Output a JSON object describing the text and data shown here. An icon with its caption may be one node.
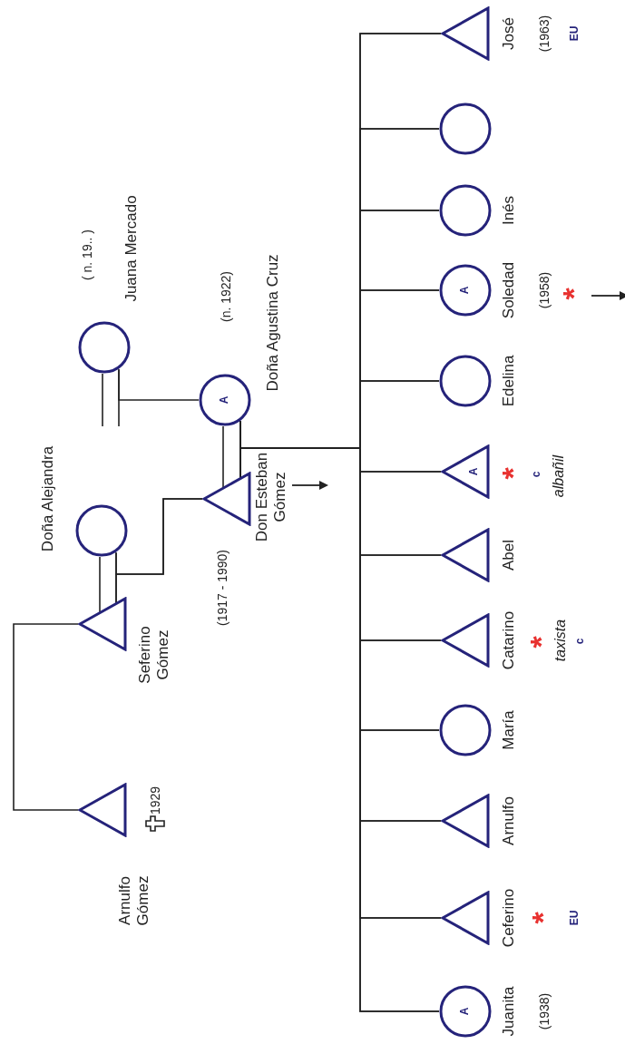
{
  "diagram": {
    "nodes": [
      {
        "text": [],
        "shape": "triangle",
        "beside": [
          "Arnulfo Gómez",
          "1929"
        ]
      },
      {
        "text": [],
        "shape": "triangle",
        "beside": [
          "Seferino Gómez"
        ]
      },
      {
        "text": [],
        "shape": "circle",
        "beside": [
          "Doña Alejandra"
        ]
      },
      {
        "text": [],
        "shape": "triangle",
        "beside": [
          "(1917 - 1990)",
          "Don Esteban Gómez"
        ]
      },
      {
        "text": [
          "A"
        ],
        "beside": [
          "(n. 1922)",
          "Doña Agustina Cruz"
        ]
      },
      {
        "text": [],
        "shape": "circle",
        "beside": [
          "( n. 19.. )",
          "Juana Mercado"
        ]
      },
      {
        "text": [
          "A"
        ],
        "beside": [
          "Juanita",
          "(1938)"
        ]
      },
      {
        "text": [],
        "shape": "triangle",
        "beside": [
          "Ceferino",
          "*",
          "EU"
        ]
      },
      {
        "text": [],
        "shape": "triangle",
        "beside": [
          "Arnulfo"
        ]
      },
      {
        "text": [],
        "shape": "circle",
        "beside": [
          "María"
        ]
      },
      {
        "text": [],
        "shape": "triangle",
        "beside": [
          "Catarino",
          "*",
          "taxista",
          "c"
        ]
      },
      {
        "text": [],
        "shape": "triangle",
        "beside": [
          "Abel"
        ]
      },
      {
        "text": [
          "A"
        ],
        "beside": [
          "*",
          "c",
          "albañil"
        ]
      },
      {
        "text": [],
        "shape": "circle",
        "beside": [
          "Edelina"
        ]
      },
      {
        "text": [
          "A"
        ],
        "beside": [
          "Soledad",
          "(1958)",
          "*"
        ]
      },
      {
        "text": [],
        "shape": "circle",
        "beside": [
          "Inés"
        ]
      },
      {
        "text": [],
        "shape": "circle"
      },
      {
        "text": [],
        "shape": "triangle",
        "beside": [
          "José",
          "(1963)",
          "EU"
        ]
      }
    ],
    "edges": [
      {
        "from": 0,
        "to": 1,
        "arrow": "none"
      },
      {
        "from": 1,
        "to": 2,
        "arrow": "none"
      },
      {
        "from": 1,
        "to": 3,
        "arrow": "none"
      },
      {
        "from": 2,
        "to": 3,
        "arrow": "none"
      },
      {
        "from": 3,
        "to": 4,
        "arrow": "none"
      },
      {
        "from": 5,
        "to": 4,
        "arrow": "none"
      },
      {
        "from": 3,
        "to": 6,
        "arrow": "none"
      },
      {
        "from": 4,
        "to": 6,
        "arrow": "none"
      },
      {
        "from": 3,
        "to": 7,
        "arrow": "none"
      },
      {
        "from": 4,
        "to": 7,
        "arrow": "none"
      },
      {
        "from": 3,
        "to": 8,
        "arrow": "none"
      },
      {
        "from": 4,
        "to": 8,
        "arrow": "none"
      },
      {
        "from": 3,
        "to": 9,
        "arrow": "none"
      },
      {
        "from": 4,
        "to": 9,
        "arrow": "none"
      },
      {
        "from": 3,
        "to": 10,
        "arrow": "none"
      },
      {
        "from": 4,
        "to": 10,
        "arrow": "none"
      },
      {
        "from": 3,
        "to": 11,
        "arrow": "none"
      },
      {
        "from": 4,
        "to": 11,
        "arrow": "none"
      },
      {
        "from": 3,
        "to": 12,
        "arrow": "none"
      },
      {
        "from": 4,
        "to": 12,
        "arrow": "none"
      },
      {
        "from": 3,
        "to": 13,
        "arrow": "none"
      },
      {
        "from": 4,
        "to": 13,
        "arrow": "none"
      },
      {
        "from": 3,
        "to": 14,
        "arrow": "none"
      },
      {
        "from": 4,
        "to": 14,
        "arrow": "none"
      },
      {
        "from": 3,
        "to": 15,
        "arrow": "none"
      },
      {
        "from": 4,
        "to": 15,
        "arrow": "none"
      },
      {
        "from": 3,
        "to": 16,
        "arrow": "none"
      },
      {
        "from": 4,
        "to": 16,
        "arrow": "none"
      },
      {
        "from": 3,
        "to": 17,
        "arrow": "none"
      },
      {
        "from": 4,
        "to": 17,
        "arrow": "none"
      }
    ]
  }
}
